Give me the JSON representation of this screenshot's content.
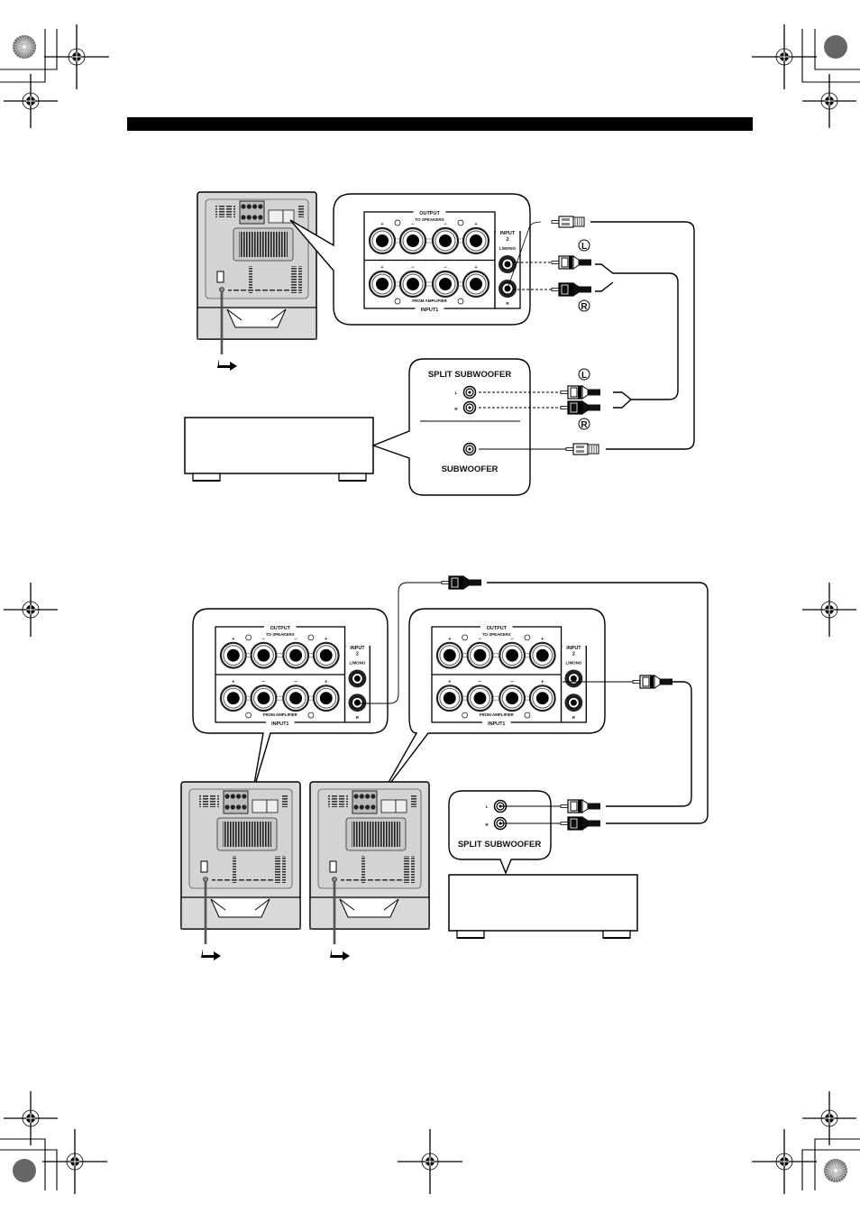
{
  "page": {
    "header_bar_color": "#000000"
  },
  "diagram1": {
    "panel": {
      "output_label": "OUTPUT",
      "to_speakers_label": "TO SPEAKERS",
      "input1_label": "INPUT1",
      "from_amplifier_label": "FROM AMPLIFIER",
      "input2_label": "INPUT",
      "input2_number": "2",
      "input2_mono_label": "L/MONO",
      "input2_r_label": "R",
      "plus": "+",
      "minus": "−",
      "r_mark": "R",
      "l_mark": "L"
    },
    "receiver_callout": {
      "split_subwoofer_label": "SPLIT SUBWOOFER",
      "l_jack_label": "L",
      "r_jack_label": "R",
      "subwoofer_label": "SUBWOOFER"
    },
    "plug_labels": {
      "top_l": "L",
      "top_r": "R",
      "bottom_l": "L",
      "bottom_r": "R"
    }
  },
  "diagram2": {
    "left_panel": {
      "output_label": "OUTPUT",
      "to_speakers_label": "TO SPEAKERS",
      "input1_label": "INPUT1",
      "from_amplifier_label": "FROM AMPLIFIER",
      "input2_label": "INPUT",
      "input2_number": "2",
      "input2_mono_label": "L/MONO",
      "input2_r_label": "R"
    },
    "right_panel": {
      "output_label": "OUTPUT",
      "to_speakers_label": "TO SPEAKERS",
      "input1_label": "INPUT1",
      "from_amplifier_label": "FROM AMPLIFIER",
      "input2_label": "INPUT",
      "input2_number": "2",
      "input2_mono_label": "L/MONO",
      "input2_r_label": "R"
    },
    "receiver_callout": {
      "split_subwoofer_label": "SPLIT SUBWOOFER",
      "l_jack_label": "L",
      "r_jack_label": "R"
    }
  }
}
